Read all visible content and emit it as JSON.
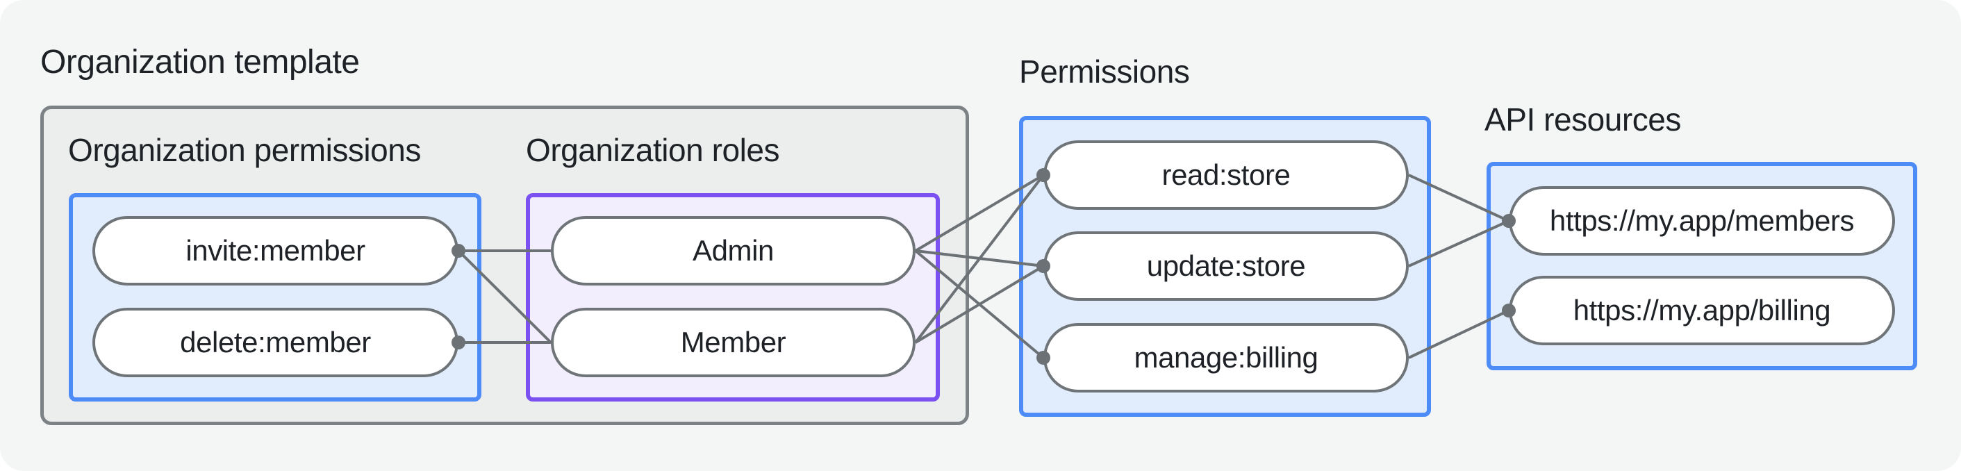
{
  "headings": {
    "organization_template": "Organization template",
    "organization_permissions": "Organization permissions",
    "organization_roles": "Organization roles",
    "permissions": "Permissions",
    "api_resources": "API resources"
  },
  "nodes": {
    "invite": {
      "label": "invite:member"
    },
    "delete": {
      "label": "delete:member"
    },
    "admin": {
      "label": "Admin"
    },
    "member": {
      "label": "Member"
    },
    "read": {
      "label": "read:store"
    },
    "update": {
      "label": "update:store"
    },
    "manage": {
      "label": "manage:billing"
    },
    "members": {
      "label": "https://my.app/members"
    },
    "billing": {
      "label": "https://my.app/billing"
    }
  },
  "edges": [
    [
      "invite",
      "admin"
    ],
    [
      "invite",
      "member"
    ],
    [
      "delete",
      "member"
    ],
    [
      "admin",
      "read"
    ],
    [
      "admin",
      "update"
    ],
    [
      "admin",
      "manage"
    ],
    [
      "member",
      "read"
    ],
    [
      "member",
      "update"
    ],
    [
      "read",
      "members"
    ],
    [
      "update",
      "members"
    ],
    [
      "manage",
      "billing"
    ]
  ],
  "colors": {
    "canvas_bg": "#f4f6f6",
    "gray_box_fill": "#eceeed",
    "gray_box_border": "#7d8286",
    "blue_fill": "#e1edfd",
    "blue_border": "#4d8cf6",
    "purple_fill": "#f3eefe",
    "purple_border": "#7b51f2",
    "pill_border": "#6f7478",
    "line_color": "#6b7175",
    "text_color": "#1e2227"
  }
}
